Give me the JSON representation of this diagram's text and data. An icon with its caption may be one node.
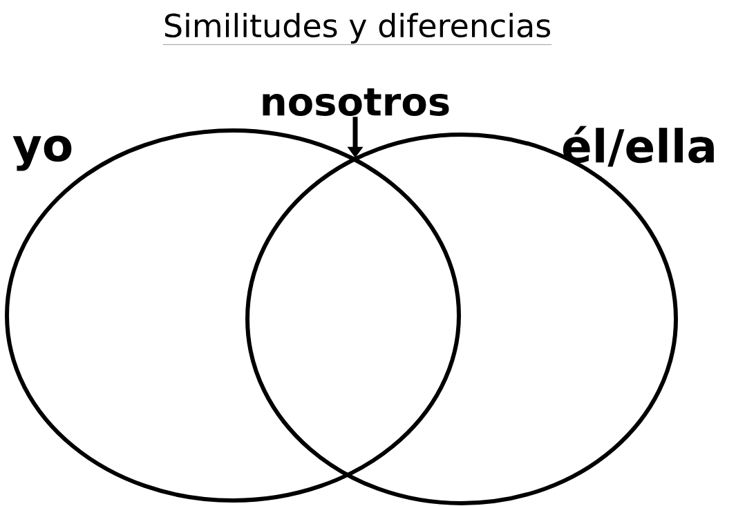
{
  "diagram": {
    "title": "Similitudes y diferencias",
    "nodes": [
      {
        "text": [
          "yo"
        ]
      },
      {
        "text": [
          "él/ella"
        ]
      },
      {
        "text": [
          "nosotros"
        ]
      }
    ],
    "edges": [
      {
        "from": 2,
        "to": 0,
        "arrow": "to"
      }
    ]
  }
}
